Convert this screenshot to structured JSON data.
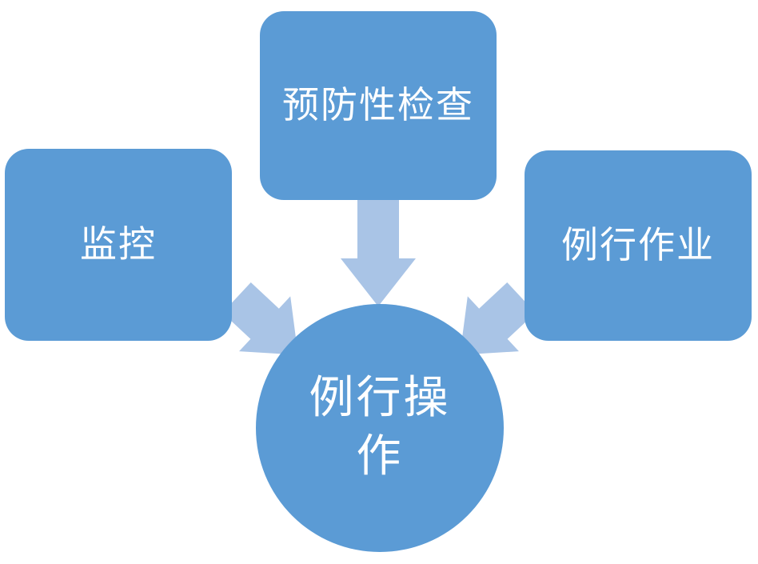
{
  "diagram": {
    "background": "#ffffff",
    "node_color": "#5B9BD5",
    "arrow_color": "#A9C4E6",
    "text_color": "#ffffff",
    "nodes": {
      "monitoring": {
        "label": "监控"
      },
      "preventive_check": {
        "label": "预防性检查"
      },
      "routine_work": {
        "label": "例行作业"
      },
      "routine_operation": {
        "label": "例行操作"
      }
    }
  }
}
